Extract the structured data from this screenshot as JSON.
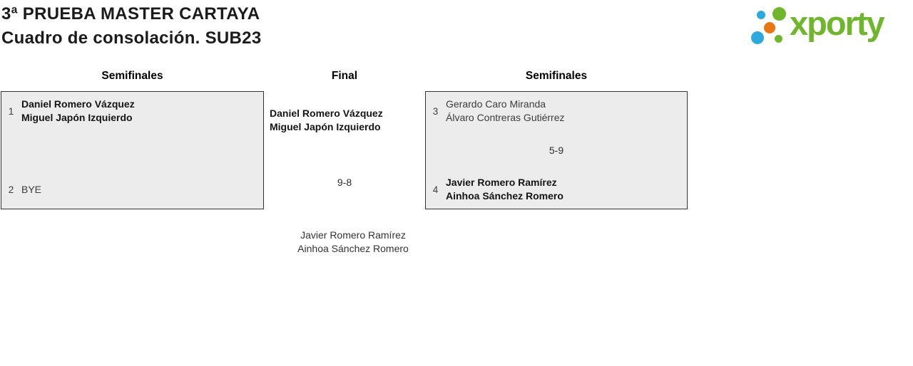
{
  "page": {
    "title_line1": "3ª PRUEBA MASTER CARTAYA",
    "title_line2": "Cuadro de consolación. SUB23"
  },
  "logo": {
    "wordmark": "xporty",
    "colors": {
      "green": "#6fb62c",
      "blue": "#2ea9e0",
      "orange": "#e87711"
    }
  },
  "bracket": {
    "round_headers": {
      "left": "Semifinales",
      "middle": "Final",
      "right": "Semifinales"
    },
    "left_semifinal": {
      "team1": {
        "seed": "1",
        "player1": "Daniel Romero Vázquez",
        "player2": "Miguel Japón Izquierdo"
      },
      "team2": {
        "seed": "2",
        "player1": "BYE"
      }
    },
    "right_semifinal": {
      "team1": {
        "seed": "3",
        "player1": "Gerardo Caro Miranda",
        "player2": "Álvaro Contreras Gutiérrez"
      },
      "team2": {
        "seed": "4",
        "player1": "Javier Romero Ramírez",
        "player2": "Ainhoa Sánchez Romero"
      },
      "score": "5-9"
    },
    "final": {
      "finalist_player1": "Daniel Romero Vázquez",
      "finalist_player2": "Miguel Japón Izquierdo",
      "score": "9-8",
      "winner_player1": "Javier Romero Ramírez",
      "winner_player2": "Ainhoa Sánchez Romero"
    }
  }
}
